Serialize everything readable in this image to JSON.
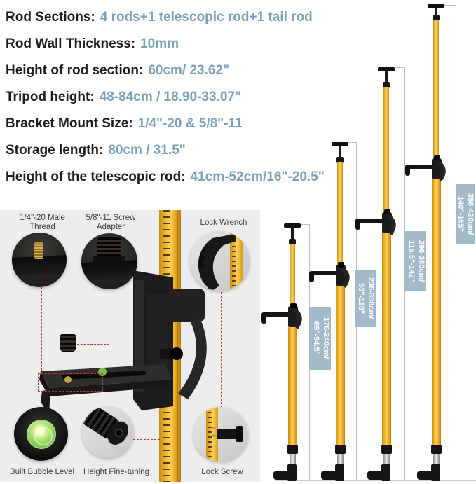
{
  "specs": [
    {
      "label": "Rod Sections:",
      "value": "4 rods+1 telescopic rod+1 tail rod"
    },
    {
      "label": "Rod Wall Thickness:",
      "value": "10mm"
    },
    {
      "label": "Height of rod section:",
      "value": "60cm/ 23.62\""
    },
    {
      "label": "Tripod height:",
      "value": "48-84cm / 18.90-33.07\""
    },
    {
      "label": "Bracket Mount Size:",
      "value": "1/4\"-20 & 5/8\"-11"
    },
    {
      "label": "Storage length:",
      "value": "80cm / 31.5\""
    },
    {
      "label": "Height of the telescopic rod:",
      "value": "41cm-52cm/16\"-20.5\""
    }
  ],
  "callout_labels": {
    "male_thread": [
      "1/4\"-20 Male",
      "Thread"
    ],
    "screw_adapter": [
      "5/8\"-11 Screw",
      "Adapter"
    ],
    "lock_wrench": "Lock Wrench",
    "bubble_level": "Built Bubble Level",
    "fine_tuning": "Height Fine-tuning",
    "lock_screw": "Lock Screw"
  },
  "pole_labels": [
    {
      "line1": "176-240cm/",
      "line2": "69\"-94.5\""
    },
    {
      "line1": "236-300cm/",
      "line2": "93\"-118\""
    },
    {
      "line1": "296-360cm/",
      "line2": "116.5\"-142\""
    },
    {
      "line1": "356-420cm/",
      "line2": "140\"-165\""
    }
  ],
  "colors": {
    "accent-blue": "#7da0b8",
    "label-box": "#a3bac8",
    "pole-yellow": "#f2b02c",
    "panel-grey": "#ededec",
    "red-dash": "#c0392b",
    "ink": "#1c1c1c",
    "line-grey": "#bdbdbd"
  }
}
